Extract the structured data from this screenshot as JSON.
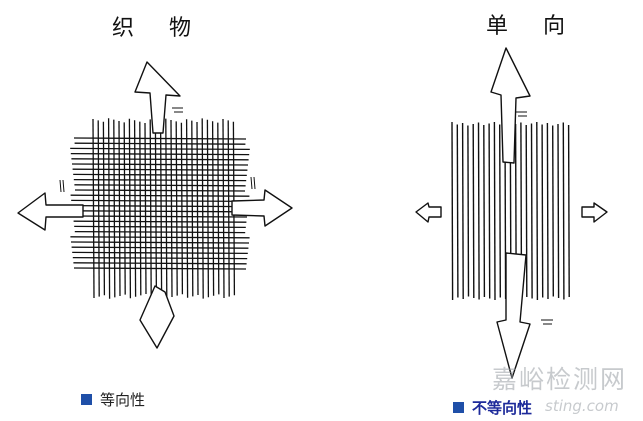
{
  "titles": {
    "left": "织 物",
    "right": "单 向"
  },
  "legend": {
    "left": "等向性",
    "right": "不等向性"
  },
  "watermark": {
    "main": "嘉峪检测网",
    "sub": "sting.com"
  },
  "colors": {
    "legend_square": "#1f4fa8",
    "line": "#111111",
    "watermark": "#9aa0a6"
  }
}
